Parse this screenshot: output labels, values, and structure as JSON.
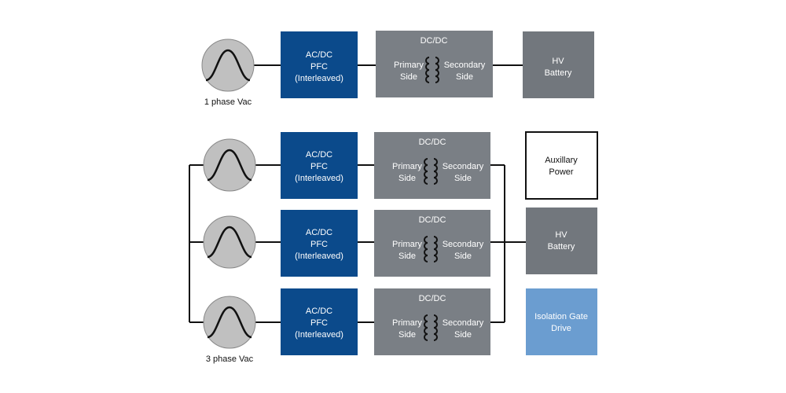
{
  "single_phase": {
    "source_label": "1 phase Vac",
    "pfc": [
      "AC/DC",
      "PFC",
      "(Interleaved)"
    ],
    "dcdc": {
      "title": "DC/DC",
      "primary": [
        "Primary",
        "Side"
      ],
      "secondary": [
        "Secondary",
        "Side"
      ]
    },
    "battery": [
      "HV",
      "Battery"
    ]
  },
  "three_phase": {
    "source_label": "3 phase Vac",
    "pfc": [
      "AC/DC",
      "PFC",
      "(Interleaved)"
    ],
    "dcdc": {
      "title": "DC/DC",
      "primary": [
        "Primary",
        "Side"
      ],
      "secondary": [
        "Secondary",
        "Side"
      ]
    },
    "auxiliary": [
      "Auxillary",
      "Power"
    ],
    "battery": [
      "HV",
      "Battery"
    ],
    "isolation": [
      "Isolation Gate",
      "Drive"
    ]
  },
  "colors": {
    "pfc_blue": "#0b4a8b",
    "dcdc_gray": "#7a7f85",
    "battery_gray": "#72777d",
    "isolation_blue": "#6b9dd0",
    "source_fill": "#c0c0c0",
    "line": "#111111"
  }
}
